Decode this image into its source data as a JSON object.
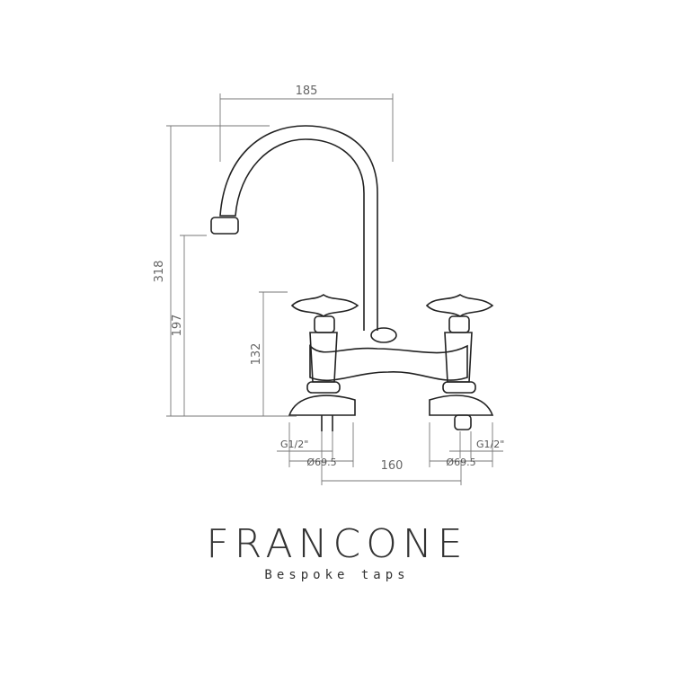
{
  "dimensions": {
    "spout_reach": "185",
    "total_height": "318",
    "spout_height": "197",
    "handle_height": "132",
    "thread_left": "G1/2\"",
    "thread_right": "G1/2\"",
    "base_left_diameter": "Ø69.5",
    "base_right_diameter": "Ø69.5",
    "centres": "160"
  },
  "brand": {
    "name": "FRANCONE",
    "tagline": "Bespoke taps"
  },
  "colors": {
    "line": "#222222",
    "dimension": "#777777"
  }
}
